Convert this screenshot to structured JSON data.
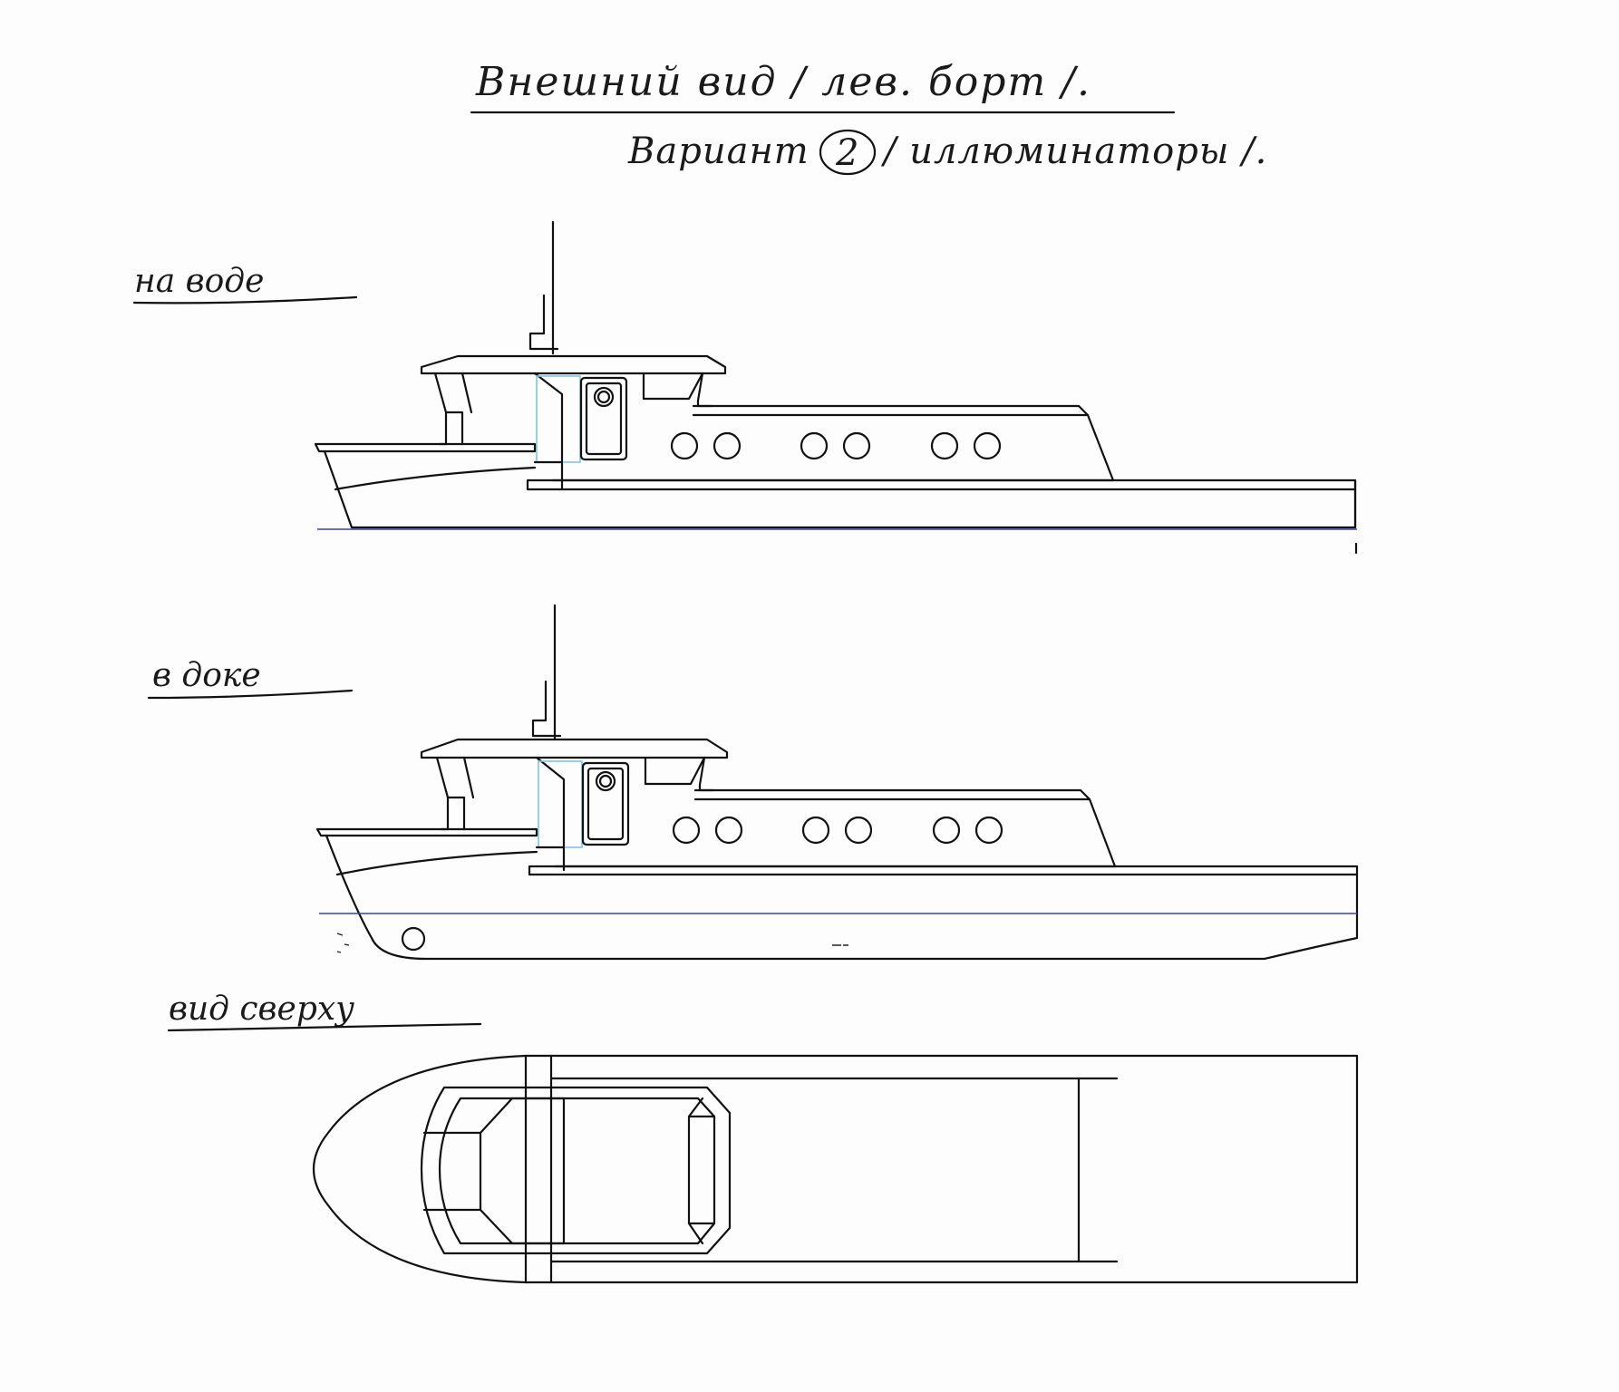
{
  "header": {
    "title": "Внешний вид / лев. борт /.",
    "variant_prefix": "Вариант",
    "variant_number": "2",
    "variant_suffix": "/ иллюминаторы /."
  },
  "views": {
    "afloat": {
      "label": "на воде"
    },
    "docked": {
      "label": "в доке"
    },
    "top": {
      "label": "вид сверху"
    }
  },
  "colors": {
    "ink": "#111111",
    "waterline": "#3b3fb0",
    "door_highlight": "#7fc6e3",
    "paper": "#fdfdfd"
  },
  "details": {
    "portholes_per_side": 6,
    "door_portholes": 1
  }
}
